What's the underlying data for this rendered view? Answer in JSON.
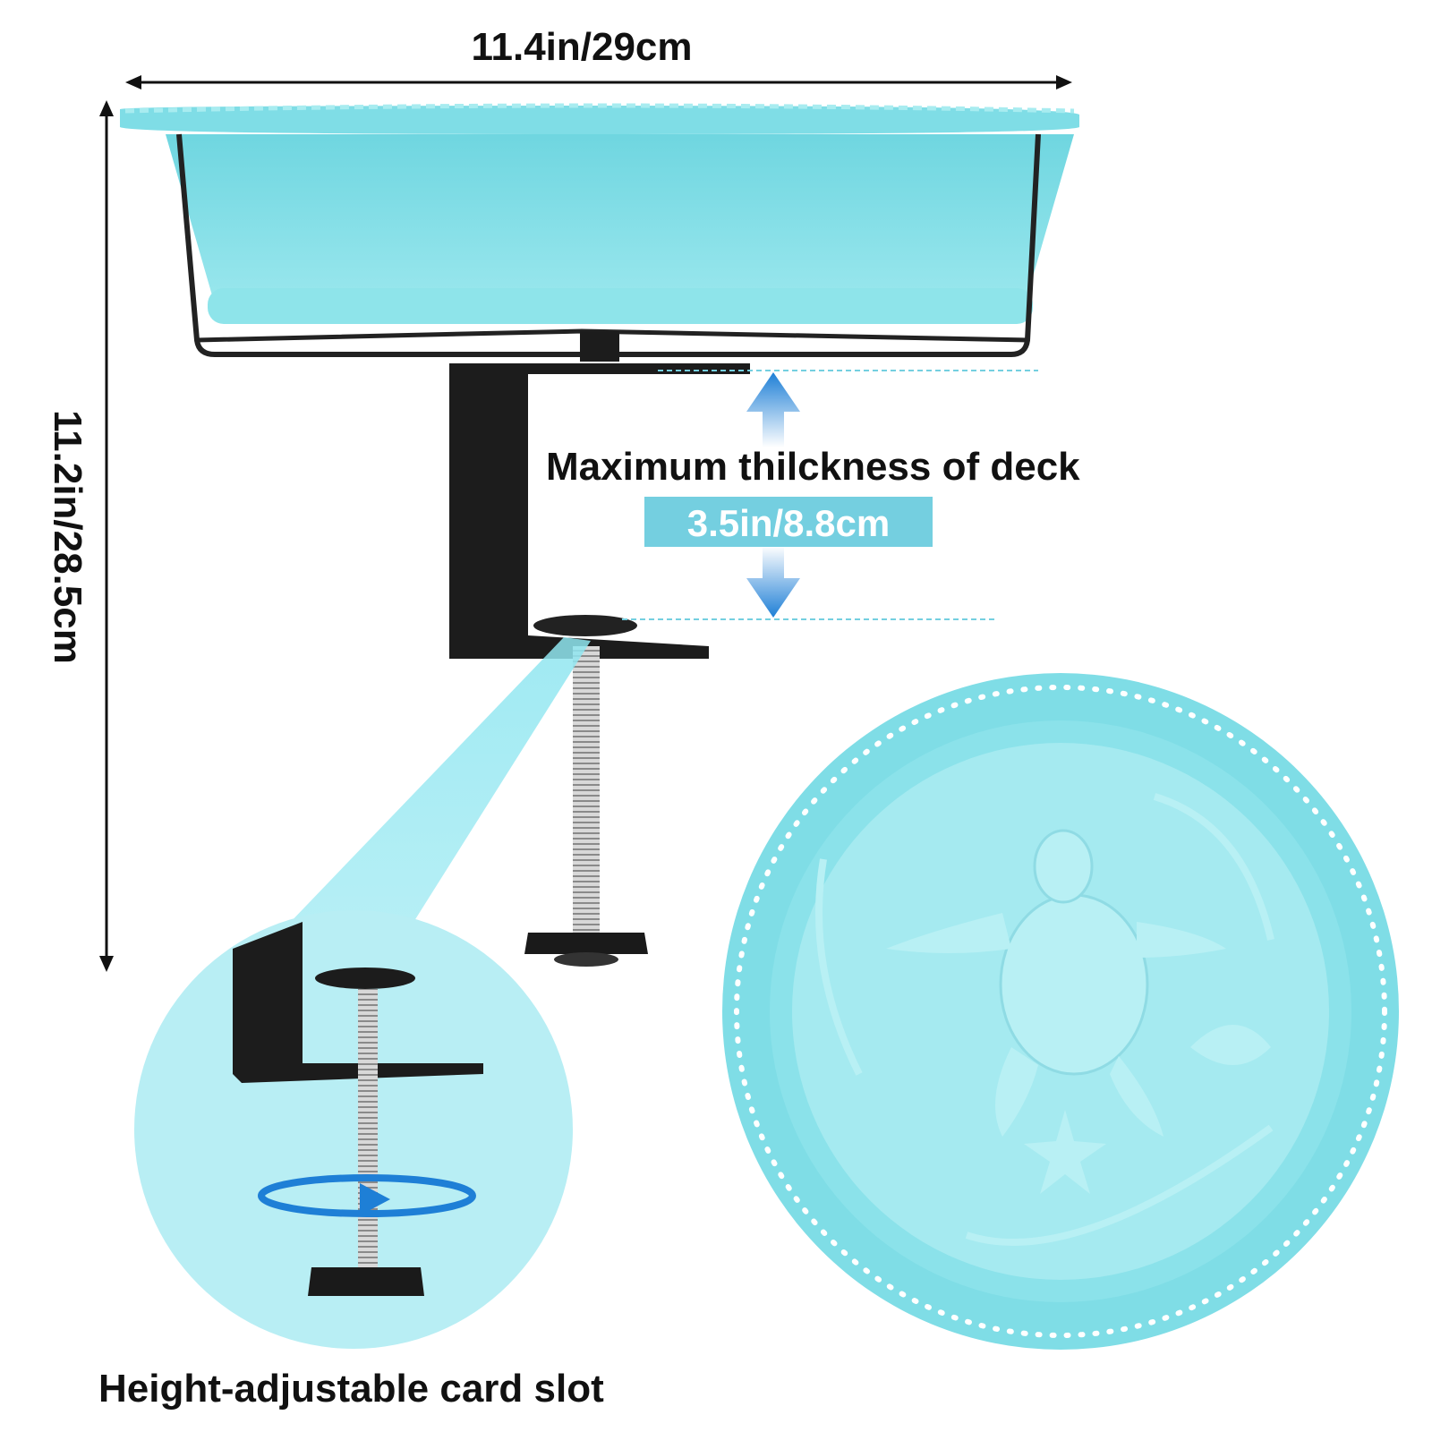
{
  "dimensions": {
    "width_label": "11.4in/29cm",
    "height_label": "11.2in/28.5cm"
  },
  "deck": {
    "title": "Maximum thilckness of deck",
    "value": "3.5in/8.8cm"
  },
  "caption": {
    "text": "Height-adjustable card slot"
  },
  "colors": {
    "tray": "#7fdde6",
    "tray_light": "#a8ecf0",
    "accent_blue": "#1e7fd6",
    "badge": "#74cfe0",
    "clamp": "#1c1c1c"
  },
  "icons": [
    "rotate-arrow-icon",
    "up-arrow-icon",
    "down-arrow-icon"
  ]
}
